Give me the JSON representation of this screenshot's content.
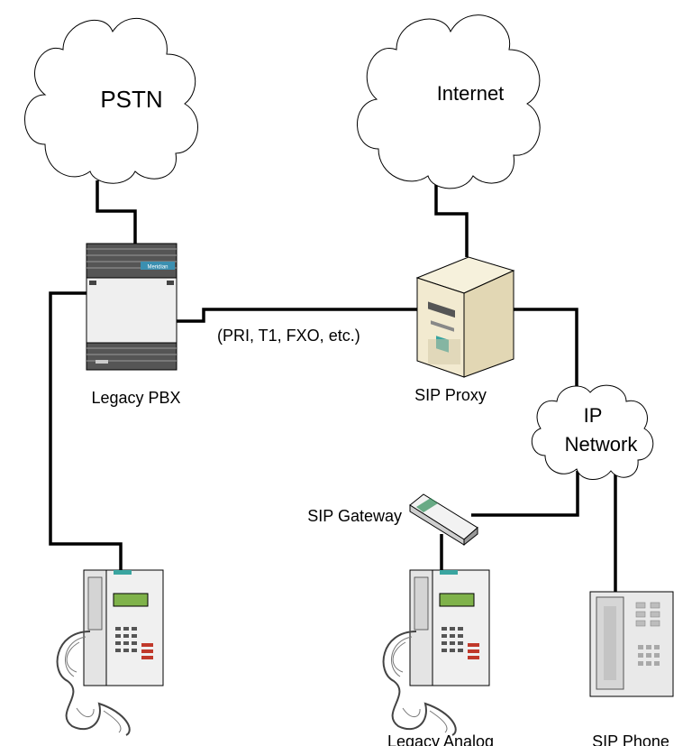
{
  "nodes": {
    "pstn": {
      "label": "PSTN"
    },
    "internet": {
      "label": "Internet"
    },
    "pbx": {
      "label": "Legacy PBX",
      "badge": "Meridian"
    },
    "proxy": {
      "label": "SIP Proxy"
    },
    "ip_network": {
      "label_line1": "IP",
      "label_line2": "Network"
    },
    "gateway": {
      "label": "SIP Gateway"
    },
    "analog_phone": {
      "label": "Legacy Analog"
    },
    "sip_phone": {
      "label": "SIP Phone"
    }
  },
  "links": {
    "pbx_proxy": {
      "label": "(PRI, T1, FXO, etc.)"
    }
  },
  "colors": {
    "line": "#000000",
    "device_body": "#e8e8e8",
    "device_dark": "#333333",
    "phone_display": "#7fb24a",
    "phone_keys_red": "#c0392b",
    "phone_accent": "#3aa5a0",
    "badge_bg": "#3b8fb0",
    "server_tint": "#f2ead0"
  }
}
